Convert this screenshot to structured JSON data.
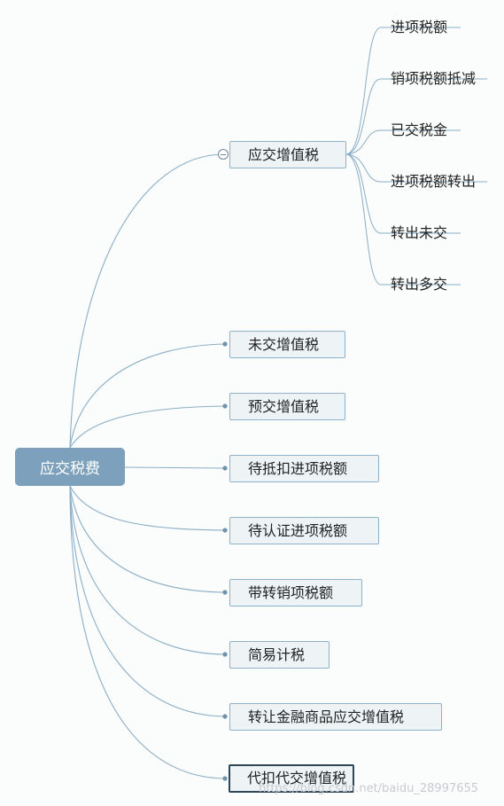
{
  "root": {
    "label": "应交税费"
  },
  "branches": [
    {
      "label": "应交增值税",
      "children": [
        "进项税额",
        "销项税额抵减",
        "已交税金",
        "进项税额转出",
        "转出未交",
        "转出多交"
      ]
    },
    {
      "label": "未交增值税"
    },
    {
      "label": "预交增值税"
    },
    {
      "label": "待抵扣进项税额"
    },
    {
      "label": "待认证进项税额"
    },
    {
      "label": "带转销项税额"
    },
    {
      "label": "简易计税"
    },
    {
      "label": "转让金融商品应交增值税"
    },
    {
      "label": "代扣代交增值税"
    }
  ],
  "watermark": "https://blog.csdn.net/baidu_28997655",
  "colors": {
    "link": "#8aaec7",
    "root_fill": "#7da1bc",
    "node_fill": "#eef3f6",
    "node_border": "#8fb2c9",
    "selected_border": "#2e4656"
  }
}
